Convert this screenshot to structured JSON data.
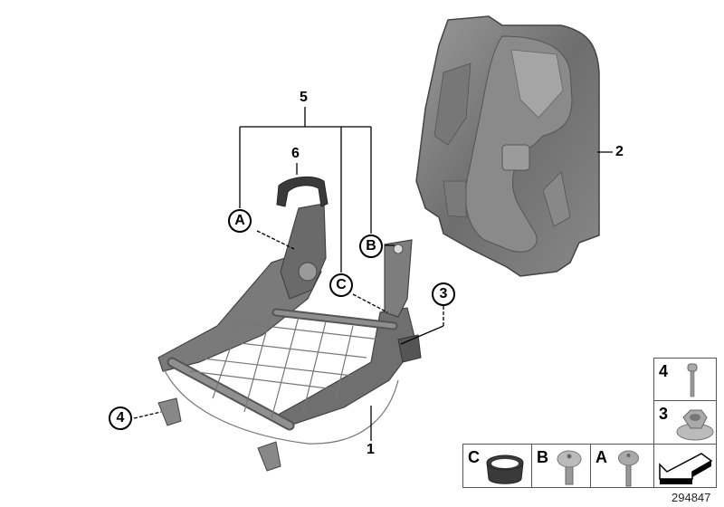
{
  "diagram": {
    "title": "Seat frame / backrest shell exploded parts diagram",
    "reference_number": "294847",
    "callouts": [
      {
        "id": "1",
        "label": "1",
        "part": "seat frame"
      },
      {
        "id": "2",
        "label": "2",
        "part": "backrest panel shell"
      },
      {
        "id": "3",
        "label": "3",
        "part": "hex flange nut"
      },
      {
        "id": "4",
        "label": "4",
        "part": "bolt"
      },
      {
        "id": "5",
        "label": "5",
        "part": "set (A, B, C)"
      },
      {
        "id": "6",
        "label": "6",
        "part": "bracket clip"
      }
    ],
    "circled_callouts": [
      {
        "id": "A",
        "label": "A"
      },
      {
        "id": "B",
        "label": "B"
      },
      {
        "id": "C",
        "label": "C"
      },
      {
        "id": "3",
        "label": "3"
      },
      {
        "id": "4",
        "label": "4"
      }
    ],
    "legend": [
      {
        "key": "4",
        "part": "bolt-icon"
      },
      {
        "key": "3",
        "part": "hex-nut-icon"
      },
      {
        "key": "C",
        "part": "bushing-ring-icon"
      },
      {
        "key": "B",
        "part": "torx-screw-icon"
      },
      {
        "key": "A",
        "part": "torx-pin-screw-icon"
      },
      {
        "key": "",
        "part": "direction-arrow-icon"
      }
    ]
  }
}
